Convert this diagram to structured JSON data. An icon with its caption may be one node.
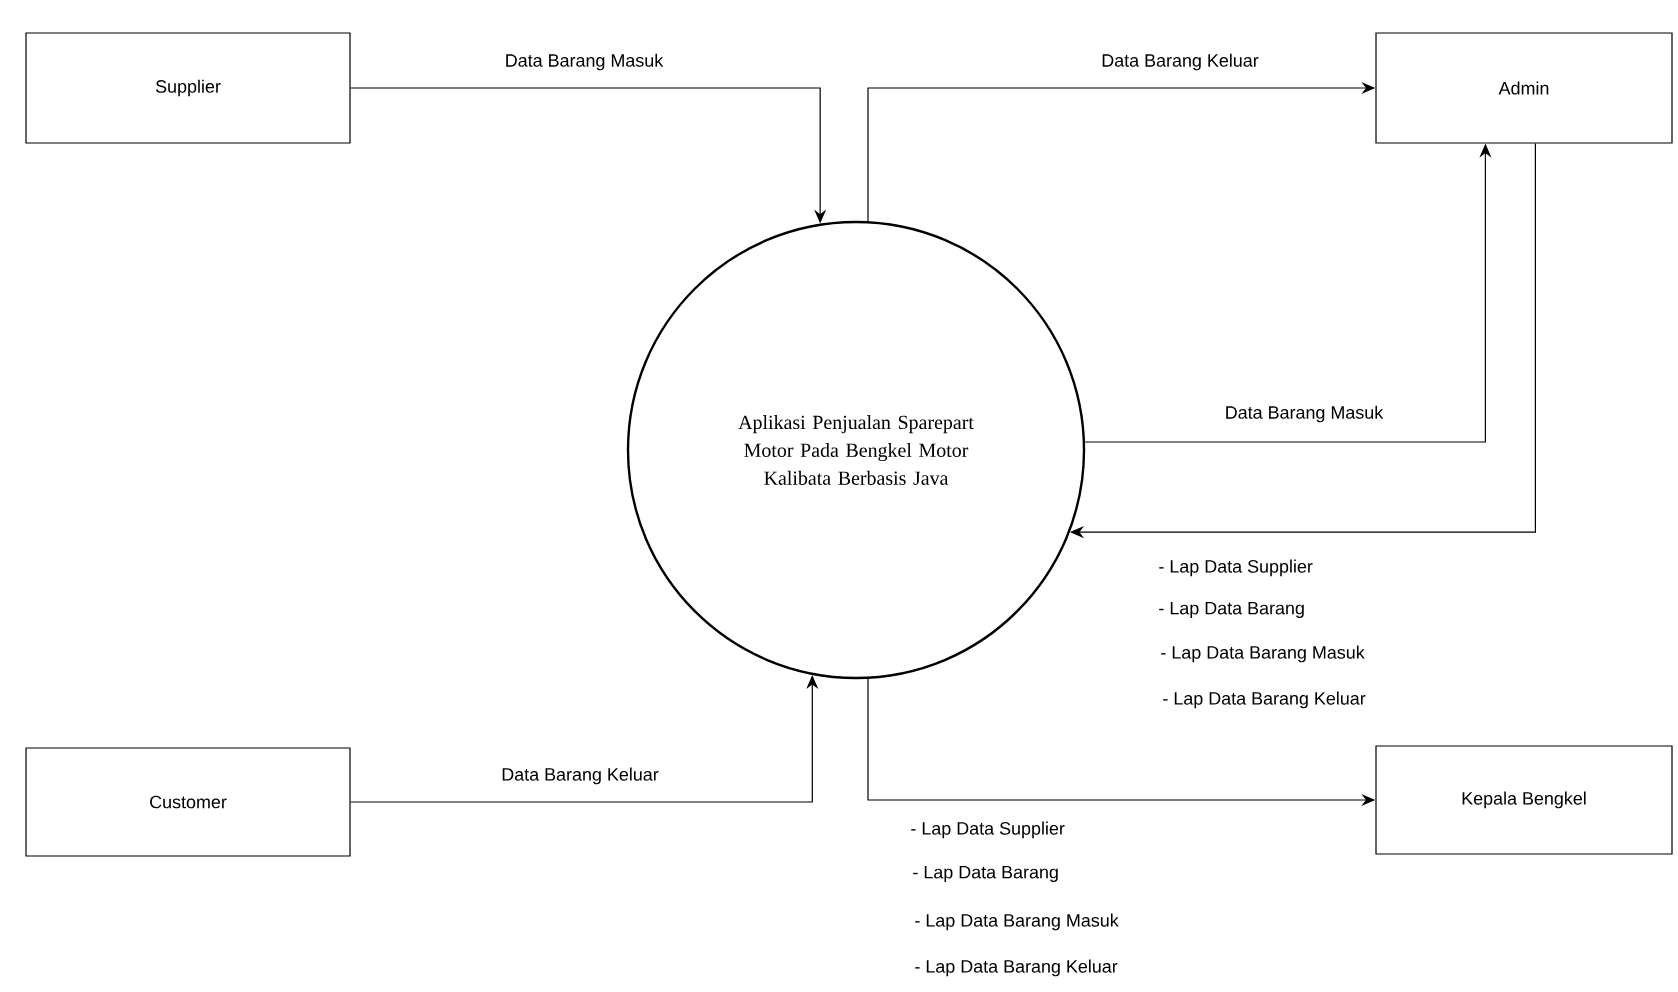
{
  "diagram": {
    "nodes": [
      {
        "text": [
          "Supplier"
        ]
      },
      {
        "text": [
          "Admin"
        ]
      },
      {
        "text": [
          "Aplikasi Penjualan Sparepart Motor Pada Bengkel Motor Kalibata Berbasis Java"
        ]
      },
      {
        "text": [
          "Customer"
        ]
      },
      {
        "text": [
          "Kepala Bengkel"
        ]
      }
    ],
    "edges": [
      {
        "from": 0,
        "to": 2,
        "arrow": "to",
        "label": "Data Barang Masuk"
      },
      {
        "from": 2,
        "to": 1,
        "arrow": "to",
        "label": "Data Barang Keluar"
      },
      {
        "from": 2,
        "to": 1,
        "arrow": "to",
        "label": "Data Barang Masuk"
      },
      {
        "from": 1,
        "to": 2,
        "arrow": "to"
      },
      {
        "from": 3,
        "to": 2,
        "arrow": "to",
        "label": "Data Barang Keluar"
      },
      {
        "from": 2,
        "to": 4,
        "arrow": "to"
      }
    ],
    "labels": [
      "- Lap Data Supplier",
      "- Lap Data Barang",
      "- Lap Data Barang Masuk",
      "- Lap Data Barang Keluar",
      "- Lap Data Supplier",
      "- Lap Data Barang",
      "- Lap Data Barang Masuk",
      "- Lap Data Barang Keluar"
    ]
  }
}
